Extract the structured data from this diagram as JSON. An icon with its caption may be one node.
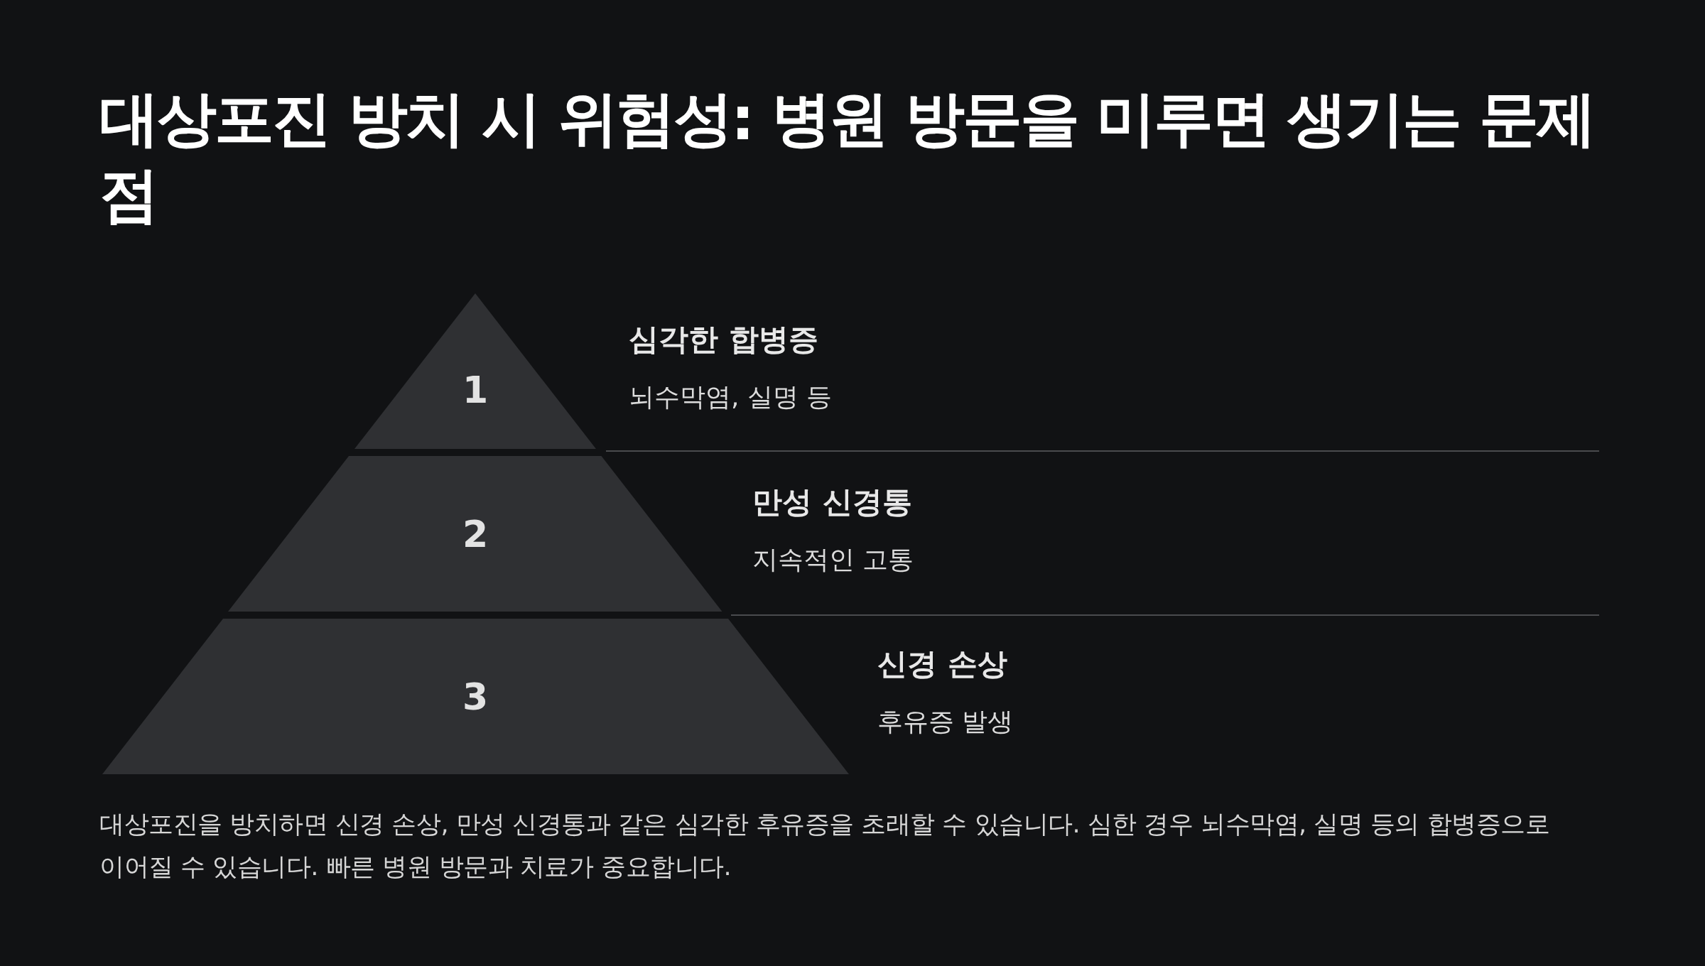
{
  "diagram": {
    "title": "대상포진 방치 시 위험성: 병원 방문을 미루면 생기는 문제점",
    "nodes": [
      {
        "text": [
          "1"
        ],
        "beside": [
          "심각한 합병증",
          "뇌수막염, 실명 등"
        ]
      },
      {
        "text": [
          "2"
        ],
        "beside": [
          "만성 신경통",
          "지속적인 고통"
        ]
      },
      {
        "text": [
          "3"
        ],
        "beside": [
          "신경 손상",
          "후유증 발생"
        ]
      }
    ],
    "caption": "대상포진을 방치하면 신경 손상, 만성 신경통과 같은 심각한 후유증을 초래할 수 있습니다. 심한 경우 뇌수막염, 실명 등의 합병증으로 이어질 수 있습니다. 빠른 병원 방문과 치료가 중요합니다."
  }
}
